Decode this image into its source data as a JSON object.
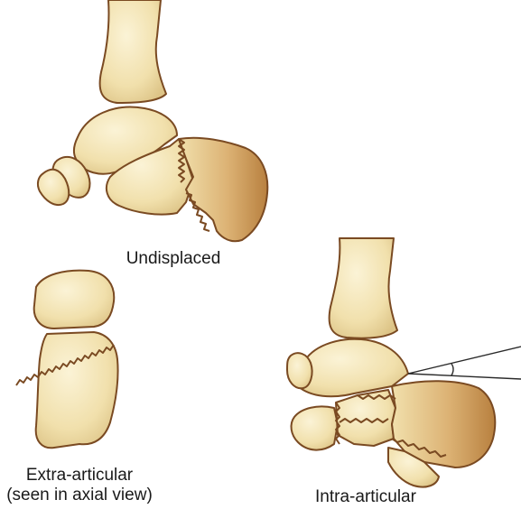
{
  "labels": {
    "undisplaced": "Undisplaced",
    "extra_articular_line1": "Extra-articular",
    "extra_articular_line2": "(seen in axial view)",
    "intra_articular": "Intra-articular"
  },
  "colors": {
    "bone_fill": "#f4e6b6",
    "bone_shade": "#e2cb8c",
    "bone_dark": "#b27a3c",
    "outline": "#7a4a22",
    "angle_line": "#2a2a2a"
  }
}
